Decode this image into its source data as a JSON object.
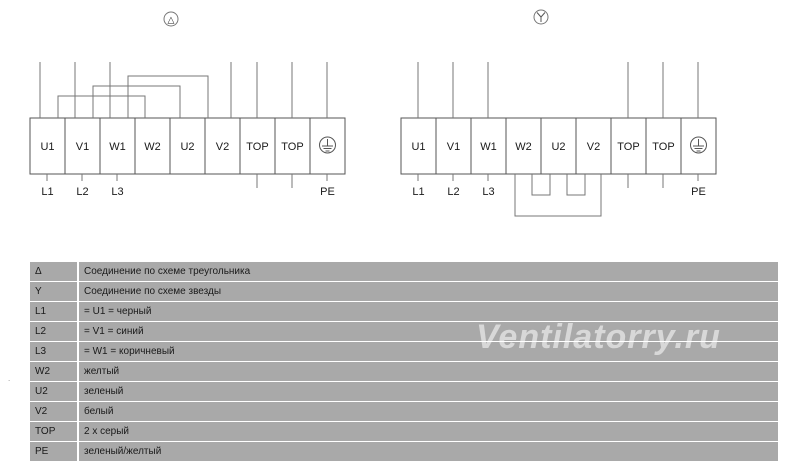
{
  "diagrams": {
    "delta": {
      "symbol": "△",
      "terminals": [
        "U1",
        "V1",
        "W1",
        "W2",
        "U2",
        "V2",
        "TOP",
        "TOP"
      ],
      "line_labels": [
        "L1",
        "L2",
        "L3"
      ],
      "pe_label": "PE"
    },
    "star": {
      "symbol": "Y",
      "terminals": [
        "U1",
        "V1",
        "W1",
        "W2",
        "U2",
        "V2",
        "TOP",
        "TOP"
      ],
      "line_labels": [
        "L1",
        "L2",
        "L3"
      ],
      "pe_label": "PE"
    }
  },
  "legend": [
    {
      "key": "Δ",
      "value": "Соединение по схеме треугольника"
    },
    {
      "key": "Y",
      "value": "Соединение по схеме звезды"
    },
    {
      "key": "L1",
      "value": "= U1 = черный"
    },
    {
      "key": "L2",
      "value": "= V1 = синий"
    },
    {
      "key": "L3",
      "value": "= W1 = коричневый"
    },
    {
      "key": "W2",
      "value": "желтый"
    },
    {
      "key": "U2",
      "value": "зеленый"
    },
    {
      "key": "V2",
      "value": "белый"
    },
    {
      "key": "TOP",
      "value": "2 x серый"
    },
    {
      "key": "PE",
      "value": "зеленый/желтый"
    }
  ],
  "watermark": "Ventilatorry.ru",
  "dot": "."
}
